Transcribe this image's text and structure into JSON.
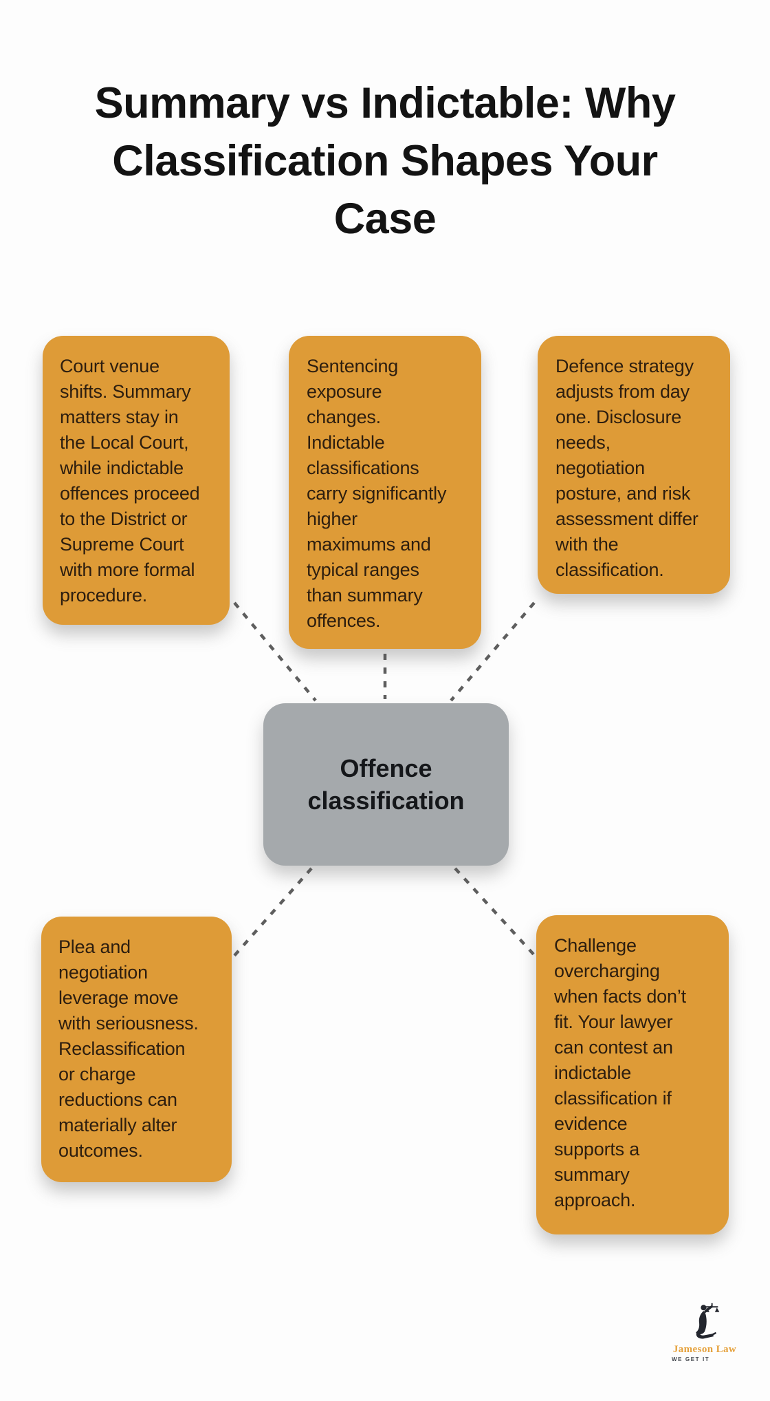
{
  "title": "Summary vs Indictable: Why\nClassification Shapes Your\nCase",
  "diagram": {
    "center": {
      "label": "Offence\nclassification"
    },
    "nodes": [
      {
        "id": "court-venue",
        "text": "Court venue\nshifts. Summary\nmatters stay in\nthe Local Court,\nwhile indictable\noffences proceed\nto the District or\nSupreme Court\nwith more formal\nprocedure."
      },
      {
        "id": "sentencing-exposure",
        "text": "Sentencing\nexposure\nchanges.\nIndictable\nclassifications\ncarry significantly\nhigher\nmaximums and\ntypical ranges\nthan summary\noffences."
      },
      {
        "id": "defence-strategy",
        "text": "Defence strategy\nadjusts from day\none. Disclosure\nneeds,\nnegotiation\nposture, and risk\nassessment differ\nwith the\nclassification."
      },
      {
        "id": "plea-negotiation",
        "text": "Plea and\nnegotiation\nleverage move\nwith seriousness.\nReclassification\nor charge\nreductions can\nmaterially alter\noutcomes."
      },
      {
        "id": "challenge-overcharging",
        "text": "Challenge\novercharging\nwhen facts don’t\nfit. Your lawyer\ncan contest an\nindictable\nclassification if\nevidence\nsupports a\nsummary\napproach."
      }
    ]
  },
  "brand": {
    "name": "Jameson Law",
    "tagline": "WE GET IT"
  },
  "colors": {
    "page_bg": "#fdfdfd",
    "node_bg": "#DE9B37",
    "node_text": "#2d1e0f",
    "center_bg": "#A5A9AC",
    "center_text": "#15171a",
    "title_color": "#131313",
    "connector": "#5e5e5e",
    "brand": "#E5A13C"
  }
}
